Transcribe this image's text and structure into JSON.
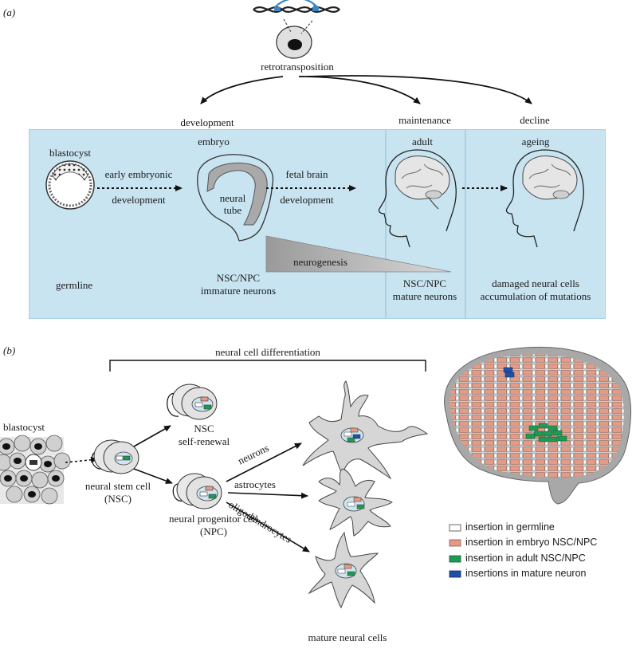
{
  "panel_a": {
    "tag": "(a)",
    "top_label": "retrotransposition",
    "phases": {
      "development": "development",
      "maintenance": "maintenance",
      "decline": "decline"
    },
    "box1": {
      "heading": "embryo",
      "blastocyst": "blastocyst",
      "arrow1_line1": "early embryonic",
      "arrow1_line2": "development",
      "neural_tube_line1": "neural",
      "neural_tube_line2": "tube",
      "arrow2_line1": "fetal brain",
      "arrow2_line2": "development",
      "germline": "germline",
      "nsc_line1": "NSC/NPC",
      "nsc_line2": "immature neurons"
    },
    "neurogenesis": "neurogenesis",
    "box2": {
      "heading": "adult",
      "line1": "NSC/NPC",
      "line2": "mature neurons"
    },
    "box3": {
      "heading": "ageing",
      "line1": "damaged neural cells",
      "line2": "accumulation of mutations"
    }
  },
  "panel_b": {
    "tag": "(b)",
    "bracket_label": "neural cell differentiation",
    "blastocyst": "blastocyst",
    "nsc_self_line1": "NSC",
    "nsc_self_line2": "self-renewal",
    "nsc_line1": "neural stem cell",
    "nsc_line2": "(NSC)",
    "npc_line1": "neural progenitor cell",
    "npc_line2": "(NPC)",
    "arrow_neurons": "neurons",
    "arrow_astro": "astrocytes",
    "arrow_oligo": "oligodendrocytes",
    "mature": "mature neural cells",
    "legend": [
      {
        "label": "insertion in germline",
        "color": "#ffffff"
      },
      {
        "label": "insertion in embryo NSC/NPC",
        "color": "#e59a85"
      },
      {
        "label": "insertion in adult NSC/NPC",
        "color": "#1f9a55"
      },
      {
        "label": "insertions in mature neuron",
        "color": "#1f4fa8"
      }
    ]
  }
}
